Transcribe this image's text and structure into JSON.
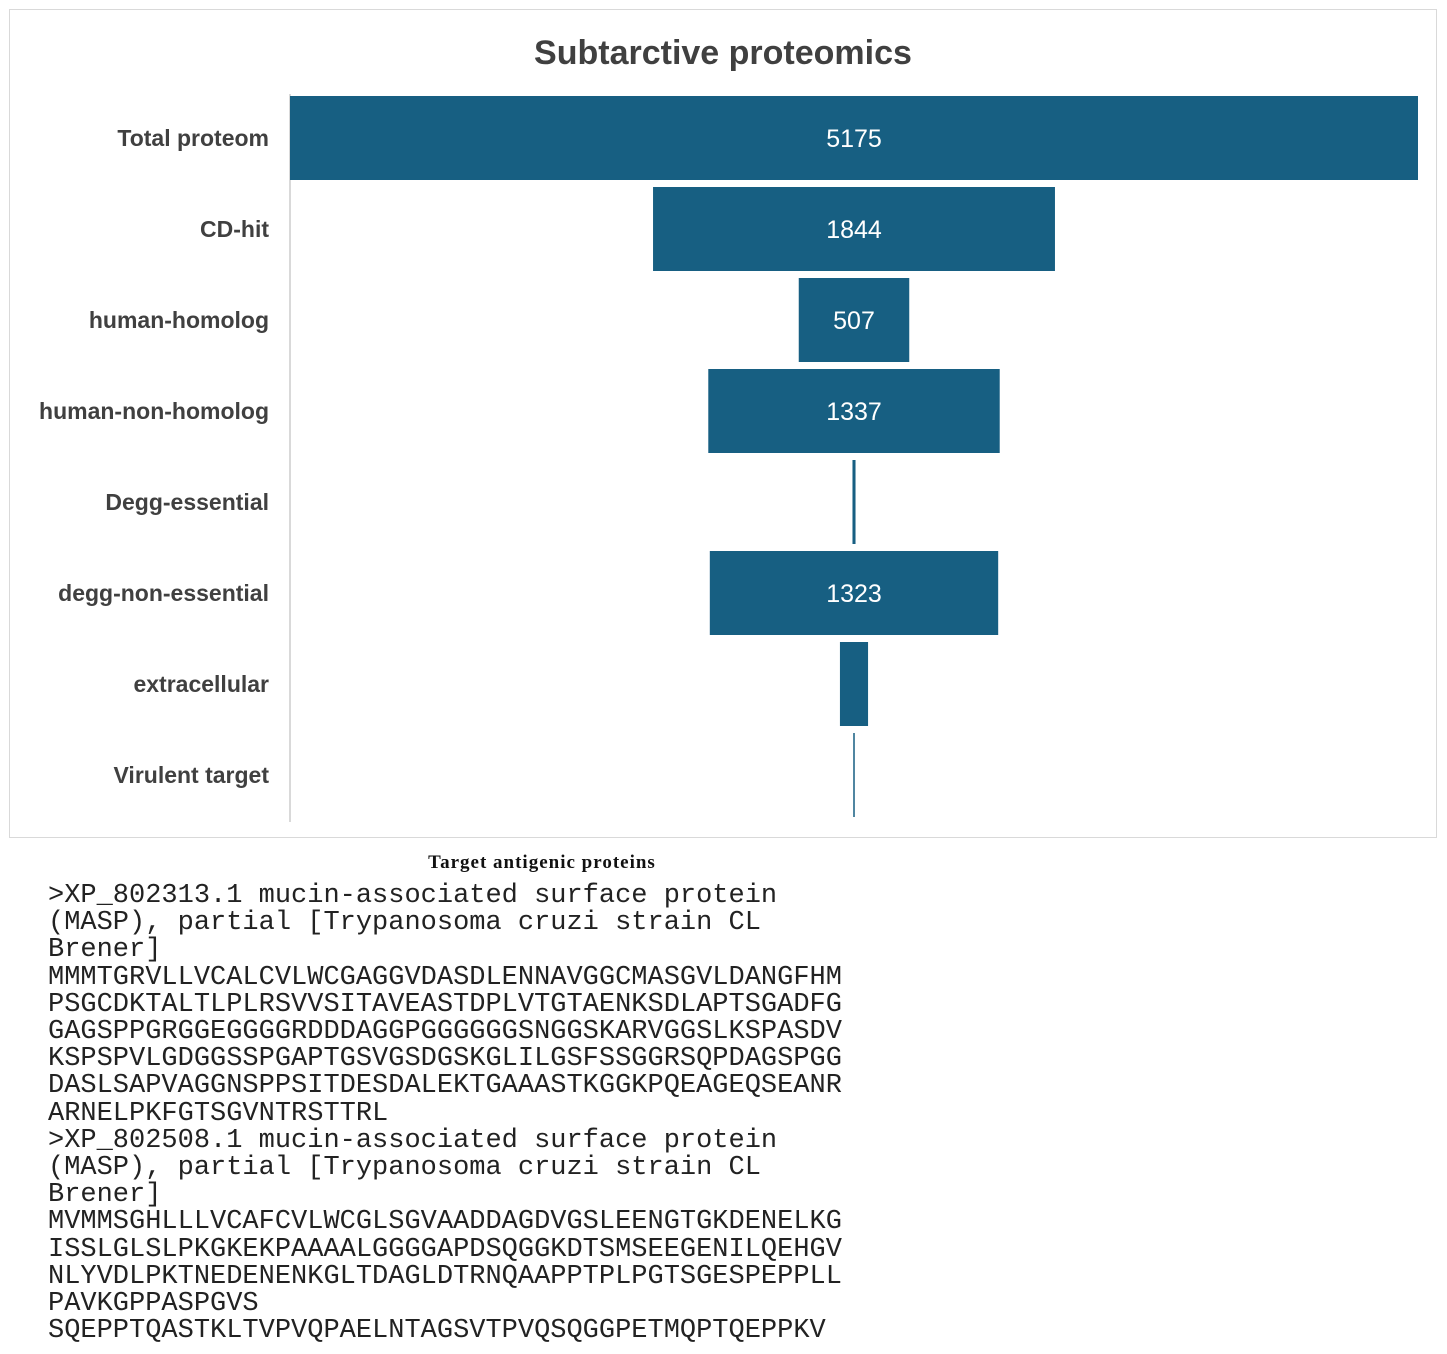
{
  "chart_data": {
    "type": "bar",
    "subtype": "funnel",
    "title": "Subtarctive proteomics",
    "categories": [
      "Total proteom",
      "CD-hit",
      "human-homolog",
      "human-non-homolog",
      "Degg-essential",
      "degg-non-essential",
      "extracellular",
      "Virulent target"
    ],
    "values": [
      5175,
      1844,
      507,
      1337,
      14,
      1323,
      129,
      2
    ],
    "data_labels": [
      "5175",
      "1844",
      "507",
      "1337",
      "",
      "1323",
      "",
      ""
    ],
    "orientation": "horizontal-centered",
    "grid": false,
    "legend": "none",
    "colors": {
      "bar": "#175f82",
      "label_text": "#ffffff",
      "category_text": "#404040",
      "title_text": "#404040",
      "axis": "#d9d9d9"
    }
  },
  "sequence_section": {
    "caption": "Target antigenic proteins",
    "lines": [
      ">XP_802313.1 mucin-associated surface protein",
      "(MASP), partial [Trypanosoma cruzi strain CL",
      "Brener]",
      "MMMTGRVLLVCALCVLWCGAGGVDASDLENNAVGGCMASGVLDANGFHM",
      "PSGCDKTALTLPLRSVVSITAVEASTDPLVTGTAENKSDLAPTSGADFG",
      "GAGSPPGRGGEGGGGRDDDAGGPGGGGGGSNGGSKARVGGSLKSPASDV",
      "KSPSPVLGDGGSSPGAPTGSVGSDGSKGLILGSFSSGGRSQPDAGSPGG",
      "DASLSAPVAGGNSPPSITDESDALEKTGAAASTKGGKPQEAGEQSEANR",
      "ARNELPKFGTSGVNTRSTTRL",
      ">XP_802508.1 mucin-associated surface protein",
      "(MASP), partial [Trypanosoma cruzi strain CL",
      "Brener]",
      "MVMMSGHLLLVCAFCVLWCGLSGVAADDAGDVGSLEENGTGKDENELKG",
      "ISSLGLSLPKGKEKPAAAALGGGGAPDSQGGKDTSMSEEGENILQEHGV",
      "NLYVDLPKTNEDENENKGLTDAGLDTRNQAAPPTPLPGTSGESPEPPLL",
      "PAVKGPPASPGVS",
      "SQEPPTQASTKLTVPVQPAELNTAGSVTPVQSQGGPETMQPTQEPPKV"
    ]
  }
}
